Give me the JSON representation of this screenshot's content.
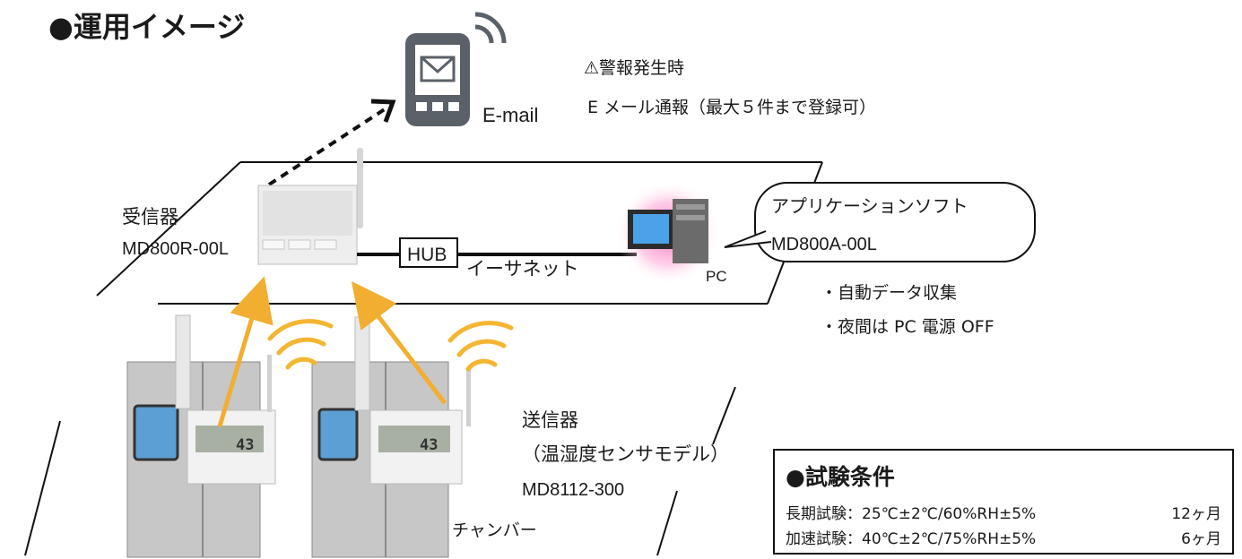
{
  "title": "●運用イメージ",
  "alarm": {
    "heading": "⚠警報発生時",
    "note": "E メール通報（最大５件まで登録可）"
  },
  "email": {
    "label": "E-mail"
  },
  "receiver": {
    "label": "受信器",
    "model": "MD800R-00L"
  },
  "network": {
    "hub": "HUB",
    "ethernet": "イーサネット"
  },
  "pc": {
    "label": "PC"
  },
  "app": {
    "title": "アプリケーションソフト",
    "model": "MD800A-00L",
    "features": [
      "・自動データ収集",
      "・夜間は PC 電源 OFF"
    ]
  },
  "sender": {
    "label": "送信器",
    "subtitle": "（温湿度センサモデル）",
    "model": "MD8112-300",
    "display_reading": "43"
  },
  "chamber": {
    "label": "チャンバー"
  },
  "conditions": {
    "title": "●試験条件",
    "rows": [
      {
        "text": "長期試験：25℃±2℃/60%RH±5%",
        "duration": "12ヶ月"
      },
      {
        "text": "加速試験：40℃±2℃/75%RH±5%",
        "duration": "6ヶ月"
      }
    ]
  },
  "colors": {
    "arrow": "#f2ae30",
    "line": "#111111",
    "chamber_body": "#c7c7c7",
    "phone": "#5a6168",
    "wifi": "#f4b531"
  }
}
